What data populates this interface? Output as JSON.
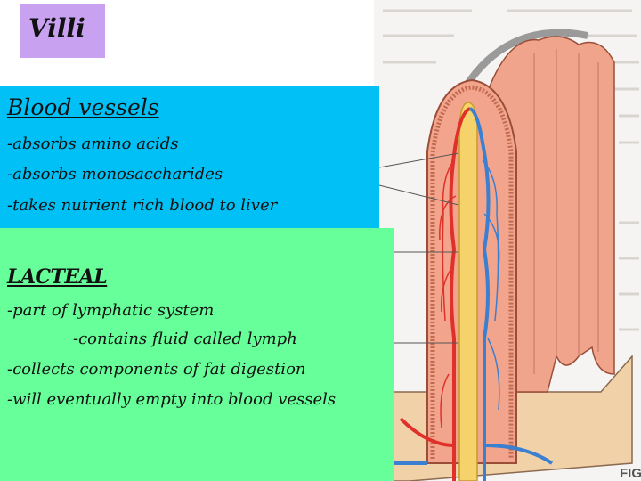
{
  "title": "Villi",
  "blood_vessels": {
    "heading": "Blood vessels",
    "lines": [
      "-absorbs amino acids",
      "-absorbs monosaccharides",
      "-takes nutrient rich blood to liver"
    ]
  },
  "lacteal": {
    "heading": "LACTEAL",
    "lines": [
      "-part of lymphatic system",
      "-contains fluid called lymph",
      "-collects  components of fat digestion",
      "-will eventually empty  into blood vessels"
    ]
  },
  "figure": {
    "caption_fragment": "FIG"
  },
  "colors": {
    "title_bg": "#c8a2f0",
    "blood_panel_bg": "#00c0f5",
    "lacteal_panel_bg": "#66ff99",
    "villus_tissue": "#f2a58c",
    "artery_red": "#e0302a",
    "vein_blue": "#3a7fd0",
    "lacteal_yellow": "#f5d36a"
  }
}
